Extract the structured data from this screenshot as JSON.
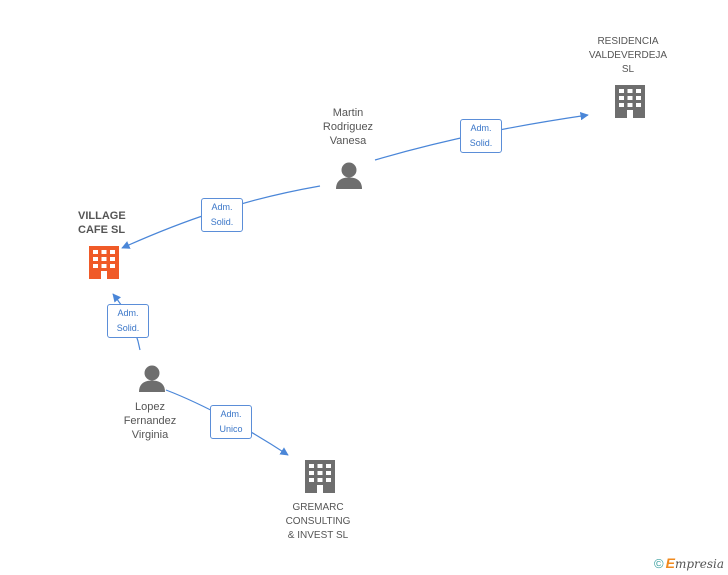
{
  "nodes": {
    "martin": {
      "label": "Martin\nRodriguez\nVanesa",
      "type": "person"
    },
    "residencia": {
      "label": "RESIDENCIA\nVALDEVERDEJA\nSL",
      "type": "company"
    },
    "village": {
      "label": "VILLAGE\nCAFE SL",
      "type": "company-main"
    },
    "lopez": {
      "label": "Lopez\nFernandez\nVirginia",
      "type": "person"
    },
    "gremarc": {
      "label": "GREMARC\nCONSULTING\n& INVEST SL",
      "type": "company"
    }
  },
  "edges": [
    {
      "from": "martin",
      "to": "residencia",
      "line1": "Adm.",
      "line2": "Solid."
    },
    {
      "from": "martin",
      "to": "village",
      "line1": "Adm.",
      "line2": "Solid."
    },
    {
      "from": "lopez",
      "to": "village",
      "line1": "Adm.",
      "line2": "Solid."
    },
    {
      "from": "lopez",
      "to": "gremarc",
      "line1": "Adm.",
      "line2": "Unico"
    }
  ],
  "footer": {
    "copyright": "©",
    "brand_e": "E",
    "brand_rest": "mpresia"
  },
  "colors": {
    "edge": "#4a86d8",
    "company_icon": "#6e6e6e",
    "main_icon": "#f05a28",
    "person_icon": "#6e6e6e"
  }
}
